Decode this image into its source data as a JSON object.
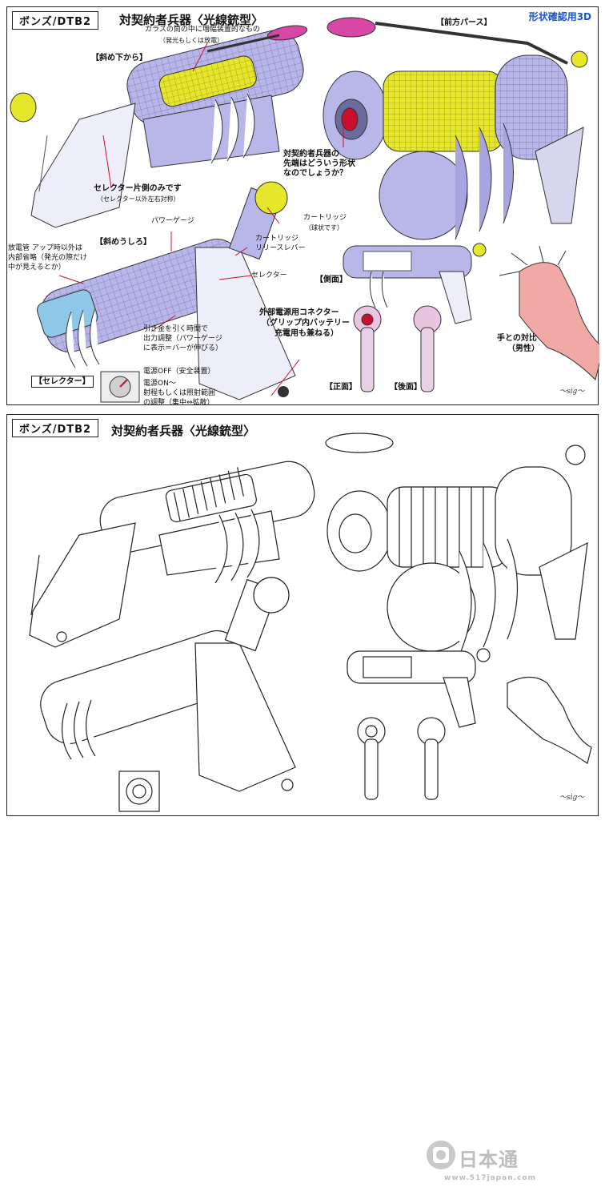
{
  "top": {
    "code": "ボンズ/DTB2",
    "title": "対契約者兵器〈光線銃型〉",
    "tag": "形状確認用3D",
    "labels": {
      "glass": "ガラスの筒の中に増幅装置的なもの",
      "glass_sub": "（発光もしくは放電）",
      "diag_front": "【斜め下から】",
      "front_parts": "【前方パース】",
      "tip_q1": "対契約者兵器の",
      "tip_q2": "先端はどういう形状",
      "tip_q3": "なのでしょうか？",
      "selector_side": "セレクター片側のみです",
      "selector_side_sub": "（セレクター以外左右対称）",
      "power_gauge": "パワーゲージ",
      "cartridge": "カートリッジ",
      "cartridge_sub": "（球状です）",
      "diag_back": "【斜めうしろ】",
      "release_1": "カートリッジ",
      "release_2": "リリースレバー",
      "discharge_1": "放電管 アップ時以外は",
      "discharge_2": "内部省略（発光の際だけ",
      "discharge_3": "中が見えるとか）",
      "selector": "セレクター",
      "side": "【側面】",
      "trigger_1": "引き金を引く時間で",
      "trigger_2": "出力調整（パワーゲージ",
      "trigger_3": "に表示＝バーが伸びる）",
      "connector_1": "外部電源用コネクター",
      "connector_2": "（グリップ内バッテリー",
      "connector_3": "充電用も兼ねる）",
      "hand_1": "手との対比",
      "hand_2": "（男性）",
      "selector_box": "【セレクター】",
      "power_off": "電源OFF（安全装置）",
      "power_on_1": "電源ON～",
      "power_on_2": "射程もしくは照射範囲",
      "power_on_3": "の調整（集中⇔拡散）",
      "front_view": "【正面】",
      "back_view": "【後面】"
    }
  },
  "bottom": {
    "code": "ボンズ/DTB2",
    "title": "対契約者兵器〈光線銃型〉"
  },
  "watermark": {
    "name": "日本通",
    "url": "www.517japan.com"
  },
  "colors": {
    "body": "#b9b6ea",
    "body_dark": "#8c87c9",
    "coil": "#e6e62c",
    "tip": "#d846a6",
    "lens": "#c8102e",
    "skin": "#f0a9a4",
    "accent_blue": "#1a55c8",
    "leader": "#d0102a"
  }
}
